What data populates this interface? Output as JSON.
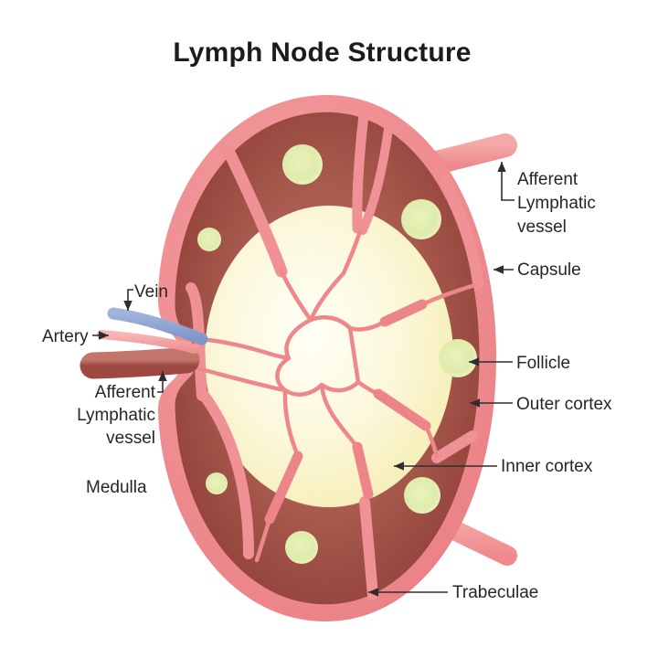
{
  "title": "Lymph Node Structure",
  "labels": {
    "afferent_lymphatic_vessel_right": "Afferent\nLymphatic\nvessel",
    "capsule": "Capsule",
    "follicle": "Follicle",
    "outer_cortex": "Outer cortex",
    "inner_cortex": "Inner cortex",
    "trabeculae": "Trabeculae",
    "vein": "Vein",
    "artery": "Artery",
    "afferent_lymphatic_vessel_left": "Afferent\nLymphatic\nvessel",
    "medulla": "Medulla"
  },
  "colors": {
    "background": "#ffffff",
    "title_text": "#1c1c1c",
    "label_text": "#262626",
    "capsule_pink": "#f09295",
    "outer_cortex_red": "#a3544b",
    "follicle_green": "#e2edaa",
    "inner_cortex_cream": "#fcf8dd",
    "vein_blue": "#8ba2d2",
    "artery_pink": "#f3a6a8",
    "efferent_vessel_red": "#ae5a50",
    "leader_line": "#2e2e2e"
  }
}
